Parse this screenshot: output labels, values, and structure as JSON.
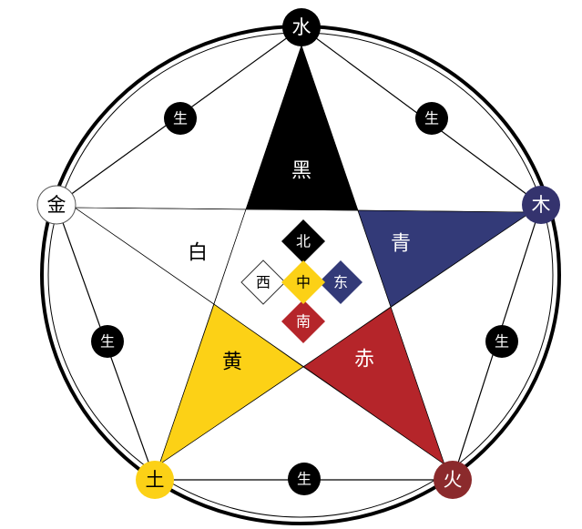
{
  "elements": [
    {
      "key": "water",
      "label": "水",
      "color": "#000000",
      "text_color": "#ffffff"
    },
    {
      "key": "wood",
      "label": "木",
      "color": "#34336e",
      "text_color": "#ffffff"
    },
    {
      "key": "fire",
      "label": "火",
      "color": "#8b2a2c",
      "text_color": "#ffffff"
    },
    {
      "key": "earth",
      "label": "土",
      "color": "#fcd116",
      "text_color": "#000000"
    },
    {
      "key": "metal",
      "label": "金",
      "color": "#ffffff",
      "text_color": "#000000"
    }
  ],
  "generating_label": "生",
  "star_colors": [
    {
      "key": "black",
      "label": "黑",
      "color": "#000000",
      "text_color": "#ffffff"
    },
    {
      "key": "azure",
      "label": "青",
      "color": "#333a78",
      "text_color": "#ffffff"
    },
    {
      "key": "red",
      "label": "赤",
      "color": "#b5252a",
      "text_color": "#ffffff"
    },
    {
      "key": "yellow",
      "label": "黄",
      "color": "#fcd116",
      "text_color": "#000000"
    },
    {
      "key": "white",
      "label": "白",
      "color": "#ffffff",
      "text_color": "#000000"
    }
  ],
  "directions": {
    "north": {
      "label": "北",
      "color": "#000000",
      "text_color": "#ffffff"
    },
    "west": {
      "label": "西",
      "color": "#ffffff",
      "text_color": "#000000"
    },
    "center": {
      "label": "中",
      "color": "#fcd116",
      "text_color": "#000000"
    },
    "east": {
      "label": "东",
      "color": "#333a78",
      "text_color": "#ffffff"
    },
    "south": {
      "label": "南",
      "color": "#b5252a",
      "text_color": "#ffffff"
    }
  }
}
